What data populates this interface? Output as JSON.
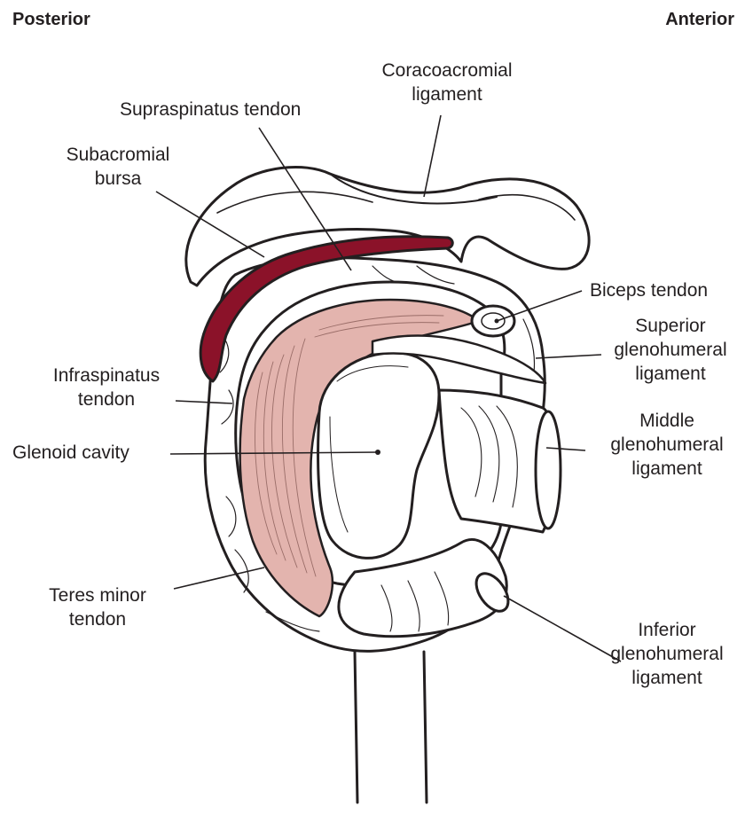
{
  "orientation": {
    "left": "Posterior",
    "right": "Anterior"
  },
  "labels": {
    "coracoacromial_ligament": [
      "Coracoacromial",
      "ligament"
    ],
    "supraspinatus_tendon": [
      "Supraspinatus tendon"
    ],
    "subacromial_bursa": [
      "Subacromial",
      "bursa"
    ],
    "biceps_tendon": [
      "Biceps tendon"
    ],
    "superior_glenohumeral_ligament": [
      "Superior",
      "glenohumeral",
      "ligament"
    ],
    "infraspinatus_tendon": [
      "Infraspinatus",
      "tendon"
    ],
    "glenoid_cavity": [
      "Glenoid cavity"
    ],
    "middle_glenohumeral_ligament": [
      "Middle",
      "glenohumeral",
      "ligament"
    ],
    "teres_minor_tendon": [
      "Teres minor",
      "tendon"
    ],
    "inferior_glenohumeral_ligament": [
      "Inferior",
      "glenohumeral",
      "ligament"
    ]
  },
  "colors": {
    "bursa": "#8b1229",
    "glenoid_cartilage": "#e3b4ae",
    "outline": "#231f20"
  }
}
